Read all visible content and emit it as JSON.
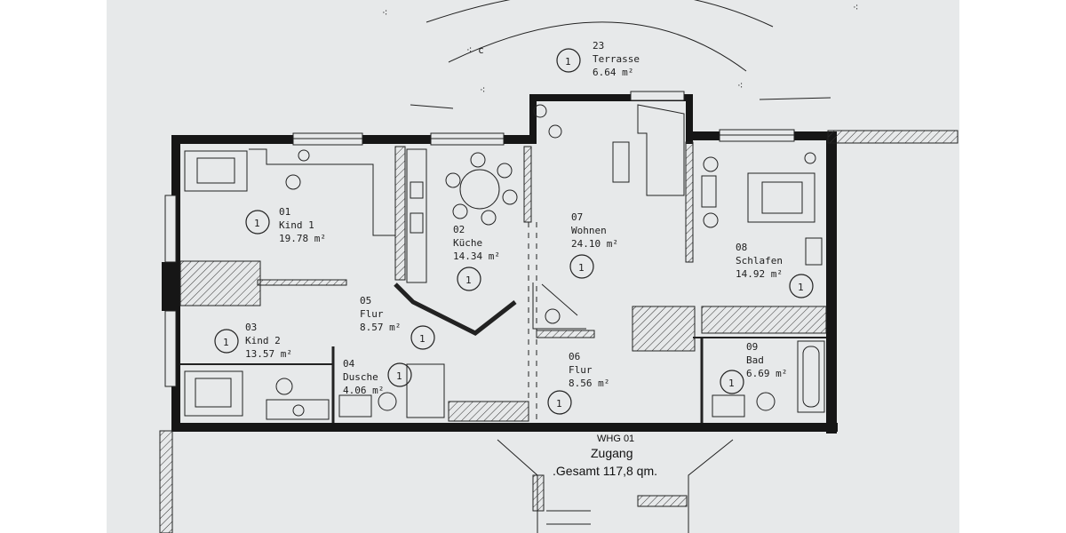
{
  "plan": {
    "rooms": [
      {
        "number": "01",
        "name": "Kind 1",
        "area": "19.78 m²",
        "marker": "1"
      },
      {
        "number": "02",
        "name": "Küche",
        "area": "14.34 m²",
        "marker": "1"
      },
      {
        "number": "03",
        "name": "Kind 2",
        "area": "13.57 m²",
        "marker": "1"
      },
      {
        "number": "04",
        "name": "Dusche",
        "area": "4.06 m²",
        "marker": "1"
      },
      {
        "number": "05",
        "name": "Flur",
        "area": "8.57 m²",
        "marker": "1"
      },
      {
        "number": "06",
        "name": "Flur",
        "area": "8.56 m²",
        "marker": "1"
      },
      {
        "number": "07",
        "name": "Wohnen",
        "area": "24.10 m²",
        "marker": "1"
      },
      {
        "number": "08",
        "name": "Schlafen",
        "area": "14.92 m²",
        "marker": "1"
      },
      {
        "number": "09",
        "name": "Bad",
        "area": "6.69 m²",
        "marker": "1"
      },
      {
        "number": "23",
        "name": "Terrasse",
        "area": "6.64 m²",
        "marker": "1"
      }
    ],
    "unit_label": "WHG 01",
    "entrance_label": "Zugang",
    "total_label": ".Gesamt 117,8 qm."
  }
}
